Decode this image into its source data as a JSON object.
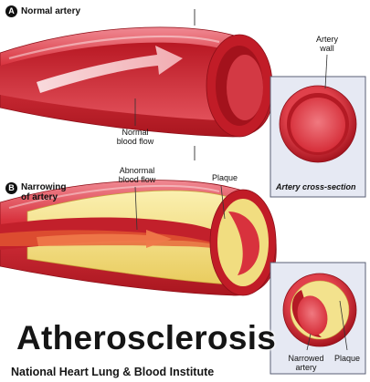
{
  "panel_a": {
    "badge": "A",
    "title": "Normal artery",
    "artery_wall_label": "Artery wall",
    "blood_flow_label": "Normal blood flow",
    "cross_section_caption": "Artery cross-section"
  },
  "panel_b": {
    "badge": "B",
    "title": "Narrowing of artery",
    "abnormal_flow_label": "Abnormal blood flow",
    "plaque_label": "Plaque",
    "narrowed_artery_label": "Narrowed artery",
    "plaque_cross_label": "Plaque"
  },
  "footer": {
    "title": "Atherosclerosis",
    "credit": "National Heart Lung & Blood Institute"
  },
  "colors": {
    "artery_red": "#d42a35",
    "artery_dark": "#a3151f",
    "artery_light": "#ef8a92",
    "plaque": "#f4e48a",
    "box_fill": "#e6e9f3",
    "box_border": "#5a5f75"
  }
}
